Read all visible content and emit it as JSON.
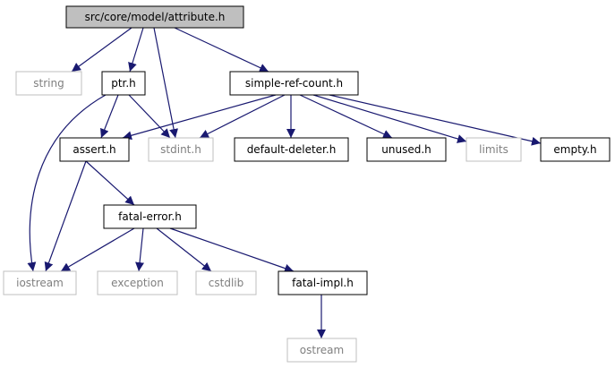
{
  "diagram": {
    "nodes": [
      {
        "id": "attribute",
        "label": "src/core/model/attribute.h",
        "kind": "focus"
      },
      {
        "id": "string",
        "label": "string",
        "kind": "system"
      },
      {
        "id": "ptr",
        "label": "ptr.h",
        "kind": "file"
      },
      {
        "id": "stdint",
        "label": "stdint.h",
        "kind": "system"
      },
      {
        "id": "simple-ref-count",
        "label": "simple-ref-count.h",
        "kind": "file"
      },
      {
        "id": "assert",
        "label": "assert.h",
        "kind": "file"
      },
      {
        "id": "default-deleter",
        "label": "default-deleter.h",
        "kind": "file"
      },
      {
        "id": "unused",
        "label": "unused.h",
        "kind": "file"
      },
      {
        "id": "limits",
        "label": "limits",
        "kind": "system"
      },
      {
        "id": "empty",
        "label": "empty.h",
        "kind": "file"
      },
      {
        "id": "fatal-error",
        "label": "fatal-error.h",
        "kind": "file"
      },
      {
        "id": "iostream",
        "label": "iostream",
        "kind": "system"
      },
      {
        "id": "exception",
        "label": "exception",
        "kind": "system"
      },
      {
        "id": "cstdlib",
        "label": "cstdlib",
        "kind": "system"
      },
      {
        "id": "fatal-impl",
        "label": "fatal-impl.h",
        "kind": "file"
      },
      {
        "id": "ostream",
        "label": "ostream",
        "kind": "system"
      }
    ],
    "edges": [
      {
        "from": "attribute",
        "to": "string"
      },
      {
        "from": "attribute",
        "to": "ptr"
      },
      {
        "from": "attribute",
        "to": "stdint"
      },
      {
        "from": "attribute",
        "to": "simple-ref-count"
      },
      {
        "from": "ptr",
        "to": "iostream"
      },
      {
        "from": "ptr",
        "to": "assert"
      },
      {
        "from": "ptr",
        "to": "stdint"
      },
      {
        "from": "simple-ref-count",
        "to": "assert"
      },
      {
        "from": "simple-ref-count",
        "to": "stdint"
      },
      {
        "from": "simple-ref-count",
        "to": "default-deleter"
      },
      {
        "from": "simple-ref-count",
        "to": "unused"
      },
      {
        "from": "simple-ref-count",
        "to": "limits"
      },
      {
        "from": "simple-ref-count",
        "to": "empty"
      },
      {
        "from": "assert",
        "to": "iostream"
      },
      {
        "from": "assert",
        "to": "fatal-error"
      },
      {
        "from": "fatal-error",
        "to": "iostream"
      },
      {
        "from": "fatal-error",
        "to": "exception"
      },
      {
        "from": "fatal-error",
        "to": "cstdlib"
      },
      {
        "from": "fatal-error",
        "to": "fatal-impl"
      },
      {
        "from": "fatal-impl",
        "to": "ostream"
      }
    ],
    "colors": {
      "edge": "#191970",
      "focus_fill": "#bfbfbf",
      "file_border": "#000000",
      "system_border": "#bfbfbf",
      "system_text": "#7f7f7f"
    }
  }
}
